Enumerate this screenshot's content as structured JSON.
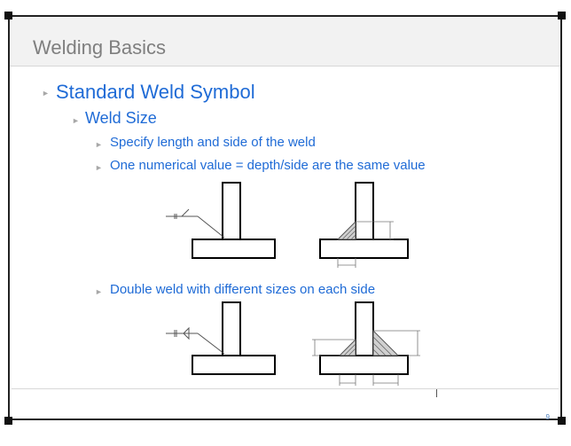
{
  "slide": {
    "title": "Welding Basics",
    "bullets": {
      "level1": "Standard Weld Symbol",
      "level2": "Weld Size",
      "item_length_side": "Specify length and side of the weld",
      "item_one_value": "One numerical value = depth/side are the same value",
      "item_double": "Double weld with different sizes on each side"
    },
    "page_number": "9"
  },
  "colors": {
    "title": "#7f7f7f",
    "bullet_text": "#1f6bd6",
    "bullet_marker": "#a8a8a8",
    "page_number": "#4f81bd",
    "drawing_line": "#000000"
  },
  "icons": {
    "bullet_marker": "triangle-right"
  }
}
